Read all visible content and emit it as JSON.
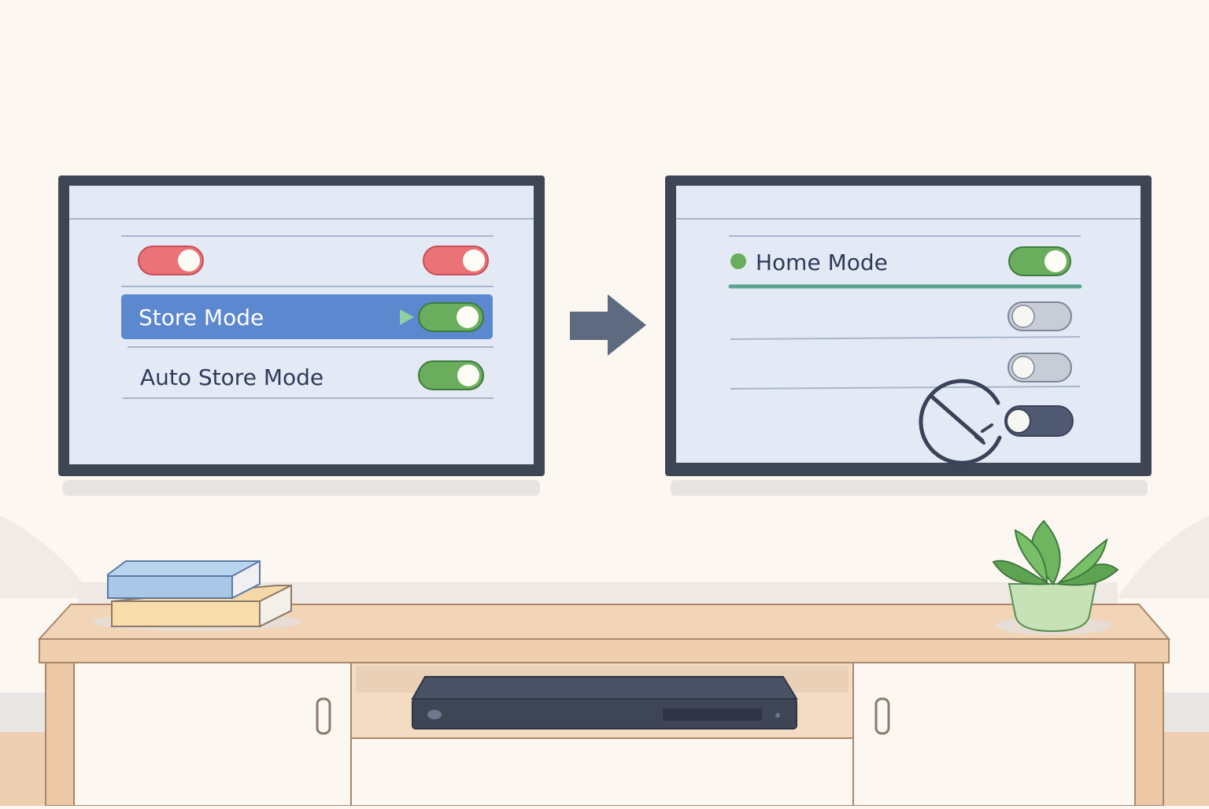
{
  "colors": {
    "wall": "#fdf7f1",
    "floor": "#efcfb1",
    "tv_frame": "#3e4656",
    "screen_bg": "#e3eaf5",
    "selection_blue": "#5b88cf",
    "toggle_on_green": "#69ad5d",
    "toggle_off_red": "#eb7276",
    "toggle_off_gray": "#c7ccd6",
    "toggle_disabled_dark": "#4f5a72",
    "home_mode_line": "#5aa58f",
    "arrow": "#5e6a80"
  },
  "left_screen": {
    "rows": [
      {
        "label": "",
        "toggle": "off-red",
        "toggle_left": "off-red"
      },
      {
        "label": "Store Mode",
        "toggle": "on-green",
        "selected": true,
        "has_pointer": true
      },
      {
        "label": "Auto Store Mode",
        "toggle": "on-green"
      }
    ]
  },
  "right_screen": {
    "rows": [
      {
        "label": "Home Mode",
        "indicator_dot": "green",
        "toggle": "on-green",
        "highlighted": true
      },
      {
        "label": "",
        "toggle": "off-gray"
      },
      {
        "label": "",
        "toggle": "off-gray"
      },
      {
        "label": "",
        "toggle": "disabled-dark",
        "blocked": true
      }
    ],
    "blocked_symbol": "prohibited-icon"
  },
  "transition": {
    "icon": "arrow-right-icon"
  },
  "furniture": {
    "tv_stand": "tv-stand",
    "books": "stacked-books",
    "plant": "potted-plant",
    "device": "set-top-box"
  }
}
